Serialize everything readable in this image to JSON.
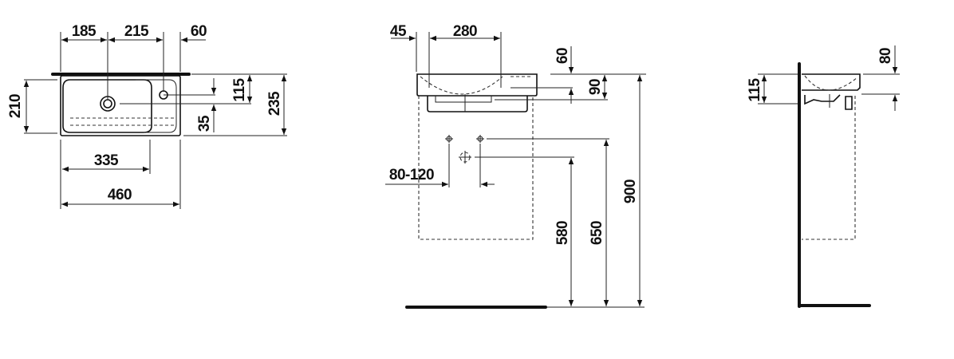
{
  "top_view": {
    "d185": "185",
    "d215": "215",
    "d60": "60",
    "d210": "210",
    "d115": "115",
    "d35": "35",
    "d235": "235",
    "d335": "335",
    "d460": "460"
  },
  "front_view": {
    "d45": "45",
    "d280": "280",
    "d60": "60",
    "d90": "90",
    "d80_120": "80-120",
    "d580": "580",
    "d650": "650",
    "d900": "900"
  },
  "side_view": {
    "d115": "115",
    "d80": "80"
  }
}
